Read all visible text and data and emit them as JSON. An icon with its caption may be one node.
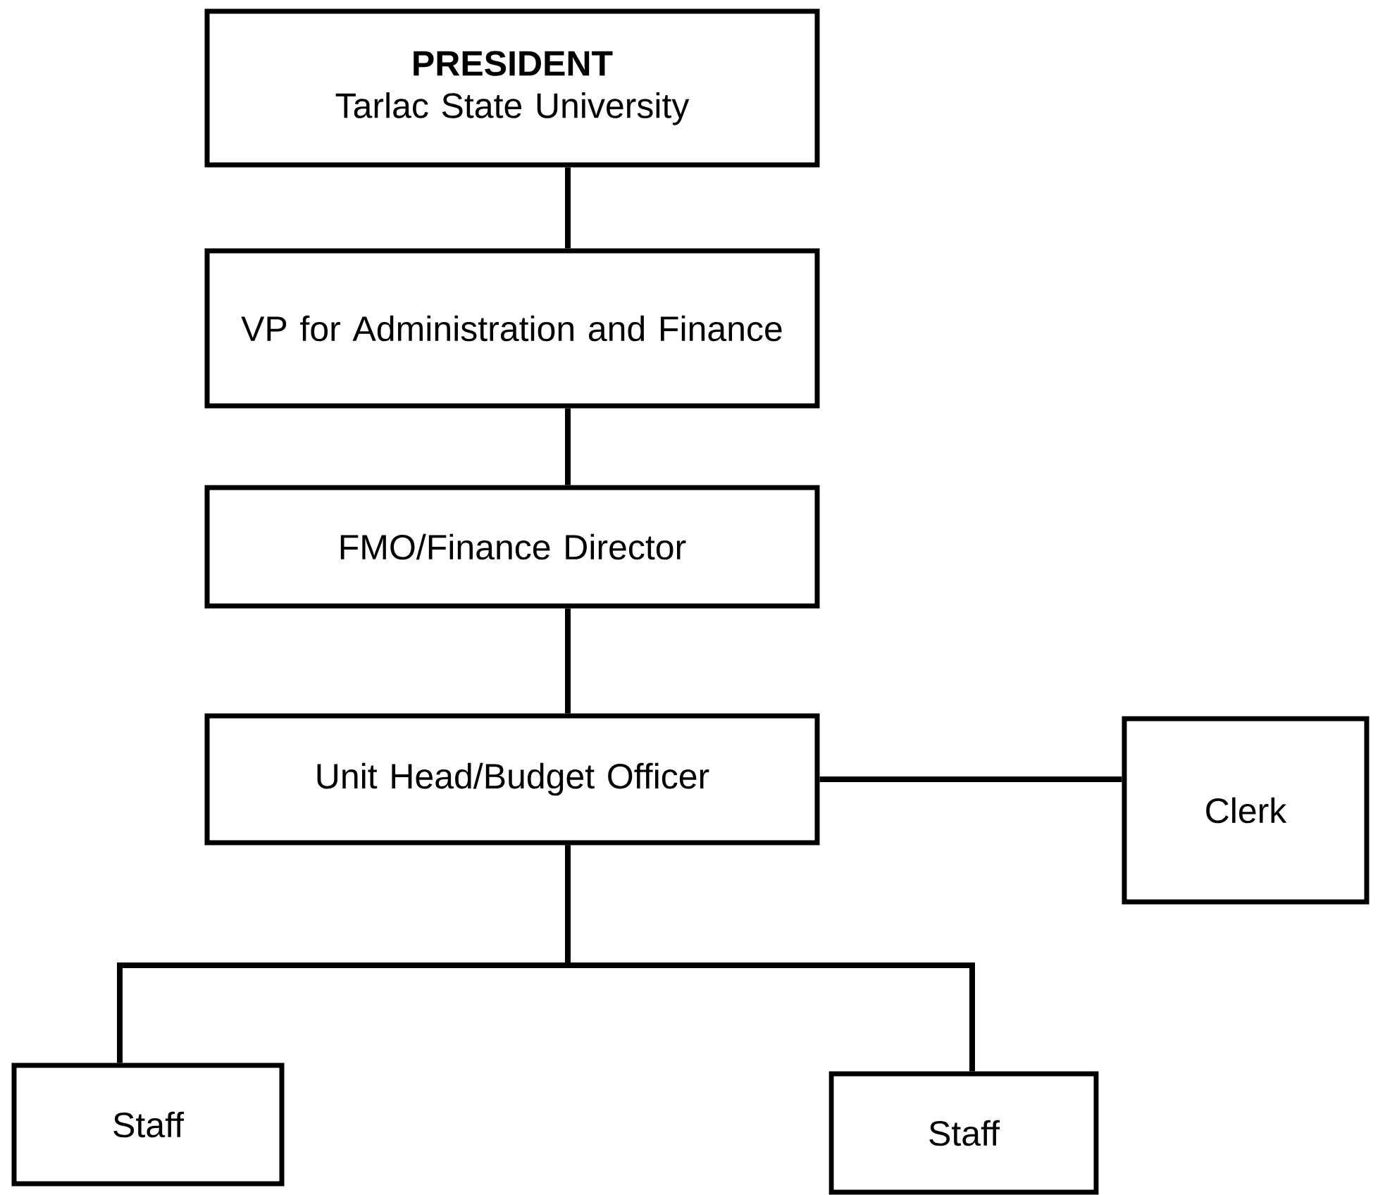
{
  "diagram": {
    "nodes": [
      {
        "text": [
          "PRESIDENT",
          "Tarlac State University"
        ]
      },
      {
        "text": [
          "VP for Administration and Finance"
        ]
      },
      {
        "text": [
          "FMO/Finance Director"
        ]
      },
      {
        "text": [
          "Unit Head/Budget Officer"
        ]
      },
      {
        "text": [
          "Clerk"
        ]
      },
      {
        "text": [
          "Staff"
        ]
      },
      {
        "text": [
          "Staff"
        ]
      }
    ],
    "edges": [
      {
        "from": 0,
        "to": 1,
        "arrow": "none"
      },
      {
        "from": 1,
        "to": 2,
        "arrow": "none"
      },
      {
        "from": 2,
        "to": 3,
        "arrow": "none"
      },
      {
        "from": 3,
        "to": 4,
        "arrow": "none"
      },
      {
        "from": 3,
        "to": 5,
        "arrow": "none"
      },
      {
        "from": 3,
        "to": 6,
        "arrow": "none"
      }
    ]
  }
}
